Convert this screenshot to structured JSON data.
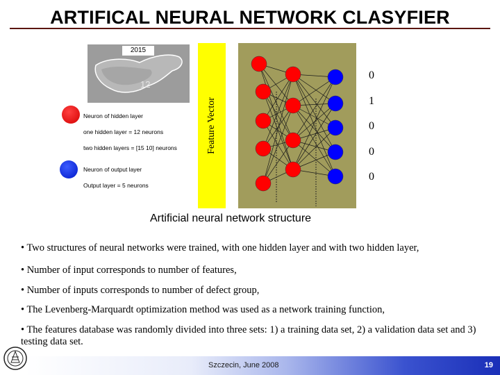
{
  "title": "ARTIFICAL NEURAL NETWORK CLASYFIER",
  "defect_image": {
    "year_label": "2015",
    "number_label": "12"
  },
  "legend": {
    "hidden_neuron": "Neuron of hidden layer",
    "one_hidden": "one hidden layer = 12 neurons",
    "two_hidden": "two hidden layers = [15 10] neurons",
    "output_neuron": "Neuron of output layer",
    "output_layer": "Output layer = 5 neurons"
  },
  "feature_vector_label": "Feature Vector",
  "output_values": [
    "0",
    "1",
    "0",
    "0",
    "0"
  ],
  "caption": "Artificial neural network structure",
  "bullets": [
    "• Two structures of neural networks were trained, with one hidden layer and with two hidden layer,",
    "• Number of input corresponds to number of features,",
    "• Number of inputs corresponds to number of defect group,",
    "• The Levenberg-Marquardt optimization method was used as a network training function,",
    "• The features database was randomly divided into three sets: 1) a training data set, 2) a validation data set and 3) testing data set."
  ],
  "footer": {
    "text": "Szczecin, June 2008",
    "page": "19"
  },
  "colors": {
    "hidden": "#ff0000",
    "output": "#0000ff",
    "feature_vector": "#ffff00",
    "network_bg": "#a19c5c"
  }
}
